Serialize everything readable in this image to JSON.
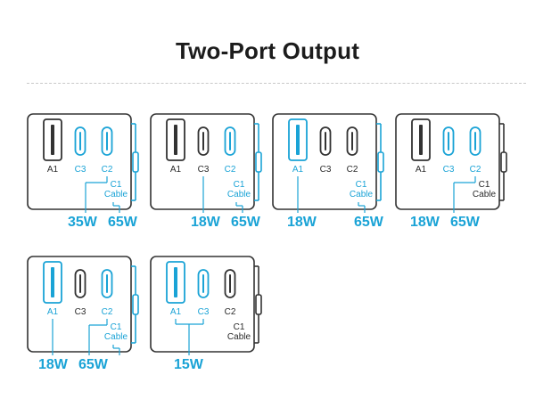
{
  "title": "Two-Port Output",
  "colors": {
    "accent": "#1aa3d6",
    "outline": "#333333",
    "text": "#2a2a2a"
  },
  "ports": {
    "a1": "A1",
    "c3": "C3",
    "c2": "C2"
  },
  "cable": {
    "line1": "C1",
    "line2": "Cable"
  },
  "configs": [
    {
      "active": [
        "c3",
        "c2"
      ],
      "cable_active": true,
      "watts": [
        "35W",
        "65W"
      ]
    },
    {
      "active": [
        "c2",
        "c1"
      ],
      "cable_active": true,
      "watts": [
        "18W",
        "65W"
      ]
    },
    {
      "active": [
        "a1",
        "c1"
      ],
      "cable_active": true,
      "watts": [
        "18W",
        "65W"
      ]
    },
    {
      "active": [
        "c3",
        "c2"
      ],
      "cable_active": false,
      "watts": [
        "18W",
        "65W"
      ]
    },
    {
      "active": [
        "a1",
        "c2"
      ],
      "cable_active": true,
      "watts": [
        "18W",
        "65W"
      ]
    },
    {
      "active": [
        "a1",
        "c3"
      ],
      "cable_active": false,
      "watts": [
        "15W"
      ]
    }
  ]
}
